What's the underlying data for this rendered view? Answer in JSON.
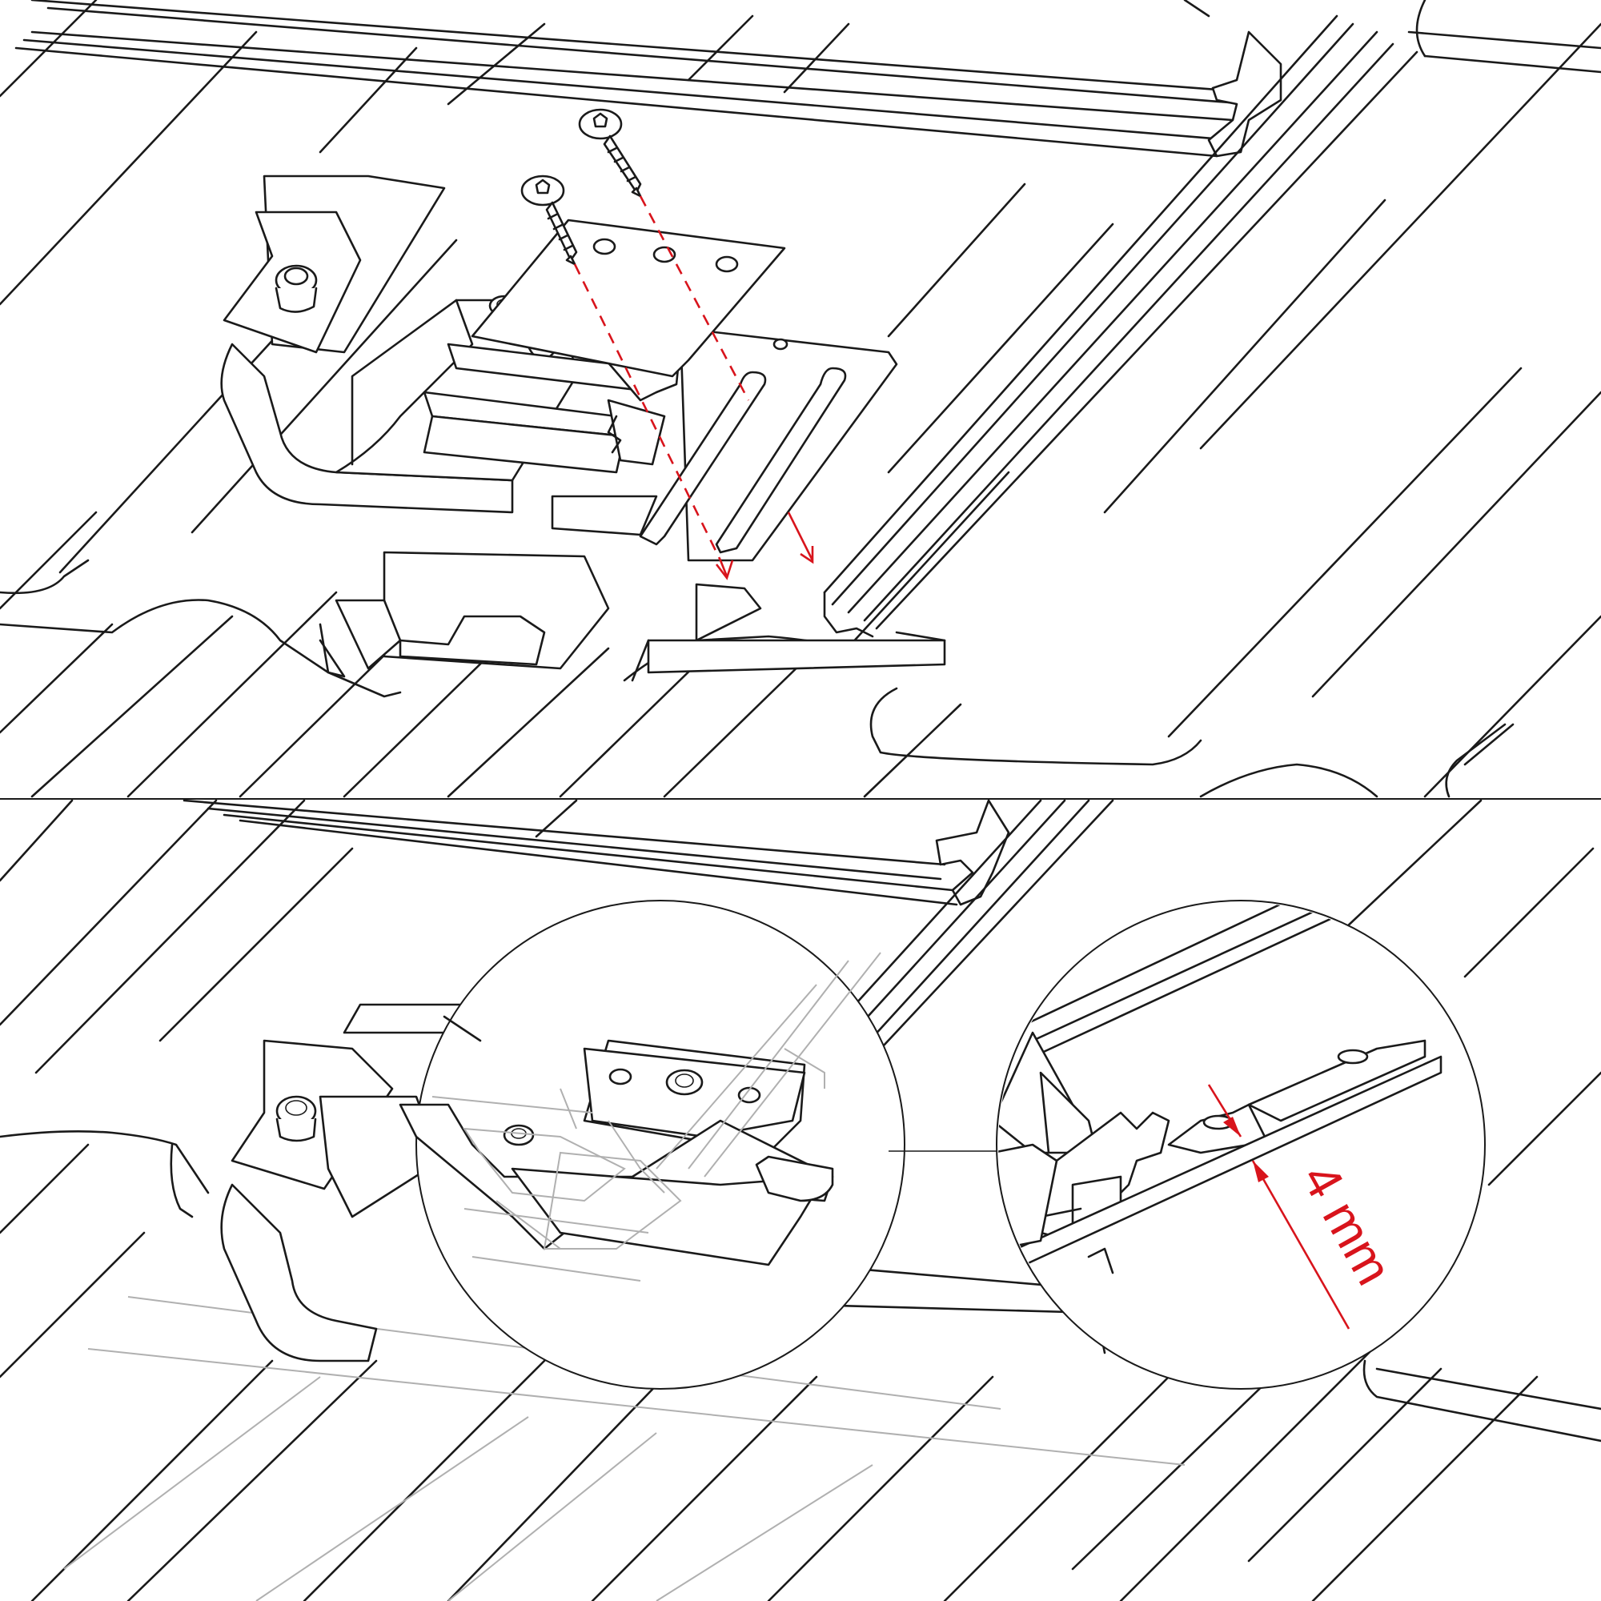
{
  "diagram": {
    "panels": [
      "step-1-screw-mounting",
      "step-2-mounted-detail"
    ],
    "dimension_label": "4 mm",
    "accent_color": "#d8141c",
    "line_color": "#1a1a1a",
    "icons": [
      "screw-icon",
      "bolt-icon",
      "magnifier-circle-icon",
      "dimension-arrow-icon"
    ]
  }
}
